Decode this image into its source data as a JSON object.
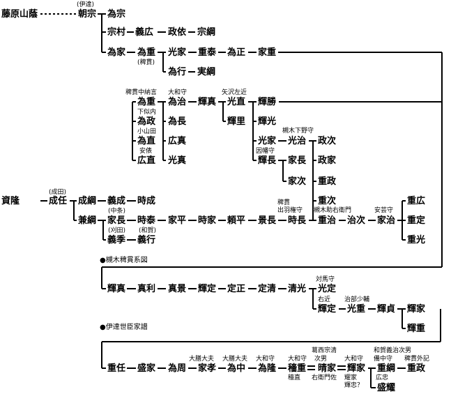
{
  "names": {
    "fujiwara_yamakage": "藤原山蔭",
    "tomomune": "朝宗",
    "tamemune": "為宗",
    "munemura": "宗村",
    "yoshihiro": "義広",
    "masayori": "政依",
    "munetsuna": "宗綱",
    "tameie": "為家",
    "tameshige_a": "為重",
    "mitsuie_a": "光家",
    "shigeyasu": "重泰",
    "tamemasa": "為正",
    "ieshige": "家重",
    "tameyuki": "為行",
    "sanetsuna": "実綱",
    "tameshige_b": "為重",
    "tamemasa_b": "為政",
    "tamenao": "為直",
    "hironao": "広直",
    "tameharu": "為治",
    "tamenaga": "為長",
    "hirozane": "広真",
    "mitsuzane": "光真",
    "terusane": "輝真",
    "mitsunao": "光直",
    "terusato": "輝里",
    "terukatsu": "輝勝",
    "terumitsu": "輝光",
    "mitsuie_b": "光家",
    "terunaga": "輝長",
    "mitsuharu": "光治",
    "ienaga_b": "家長",
    "ietsugu": "家次",
    "masatsugu": "政次",
    "masaie": "政家",
    "shigemasa": "重政",
    "shigetsugu": "重次",
    "shigeharu": "重治",
    "haruji": "治次",
    "ieharu": "家治",
    "shigehiro": "重広",
    "shigesada": "重定",
    "shigemitsu": "重光",
    "sukeyoshi": "資隆",
    "naritou": "成任",
    "naritsuna": "成綱",
    "yoshinari": "義成",
    "tokinari": "時成",
    "kanetsuna": "兼綱",
    "ienaga_a": "家長",
    "tokiyasu": "時泰",
    "iehira": "家平",
    "tokiie": "時家",
    "yorihira": "頼平",
    "kagenaga": "景長",
    "tokinaga": "時長",
    "yoshisue": "義季",
    "yoshiyuki": "義行",
    "terusane_b": "輝真",
    "masatoshi": "真利",
    "sanekage": "真景",
    "terusada": "輝定",
    "sadamasa": "定正",
    "sadakiyo": "定清",
    "kiyomitsu": "清光",
    "mitsusada": "光定",
    "terusada_b": "輝定",
    "mitsushige": "光重",
    "terusada_c": "輝貞",
    "terue": "輝家",
    "terushige": "輝重",
    "shigetou": "重任",
    "moriie": "盛家",
    "tamechika": "為周",
    "ietaka": "家孝",
    "tamenaka": "為中",
    "tametaka": "為隆",
    "taneshige": "穡重",
    "seie": "晴家",
    "terue_b": "輝家",
    "shigetsuna": "重綱",
    "shigemasa_b": "重政",
    "moriaki": "盛耀"
  },
  "notes": {
    "date_clan": "(伊達)",
    "narita": "(成田)",
    "hinuki": "(稗貫)",
    "hinuki_chunagon": "稗貫中納言",
    "yamato_no_kami_1": "大和守",
    "yazawa_sakon": "矢沢左近",
    "shimonai": "下似内",
    "koyamada": "小山田",
    "anjo": "安俵",
    "kaki_shimotsuke": "槻木下野守",
    "inaba_no_kami": "因幡守",
    "nakajo": "(中条)",
    "karita": "(刈田)",
    "waga": "(和賀)",
    "hinuki_dewa": "稗貫",
    "dewa_gonnokami": "出羽権守",
    "kaki_sukeemon": "槻木助右衛門",
    "aki_no_kami": "安芸守",
    "tsushima_no_kami": "対馬守",
    "ukon": "右近",
    "jibu_shoyu": "治部少輔",
    "kashiwa_taifu_1": "大膳大夫",
    "kashiwa_taifu_2": "大膳大夫",
    "yamato_no_kami_2": "大和守",
    "yamato_no_kami_3": "大和守",
    "kuzuyo_munekiyo": "葛西宗清",
    "jinan": "次男",
    "yamato_no_kami_4": "大和守",
    "waga_yoshiharu": "和賀義治次男",
    "bicchu_no_kami": "備中守",
    "hinuki_geki": "稗貫外記",
    "taneshige_alt": "穡直",
    "uemon_suke": "右衛門佐",
    "terue_alt1": "耀家",
    "terue_alt2": "輝忠？",
    "hirotada": "広忠"
  },
  "sections": {
    "kaki_hinuki": "●槻木稗貫系図",
    "date_seishin": "●伊達世臣家譜"
  }
}
